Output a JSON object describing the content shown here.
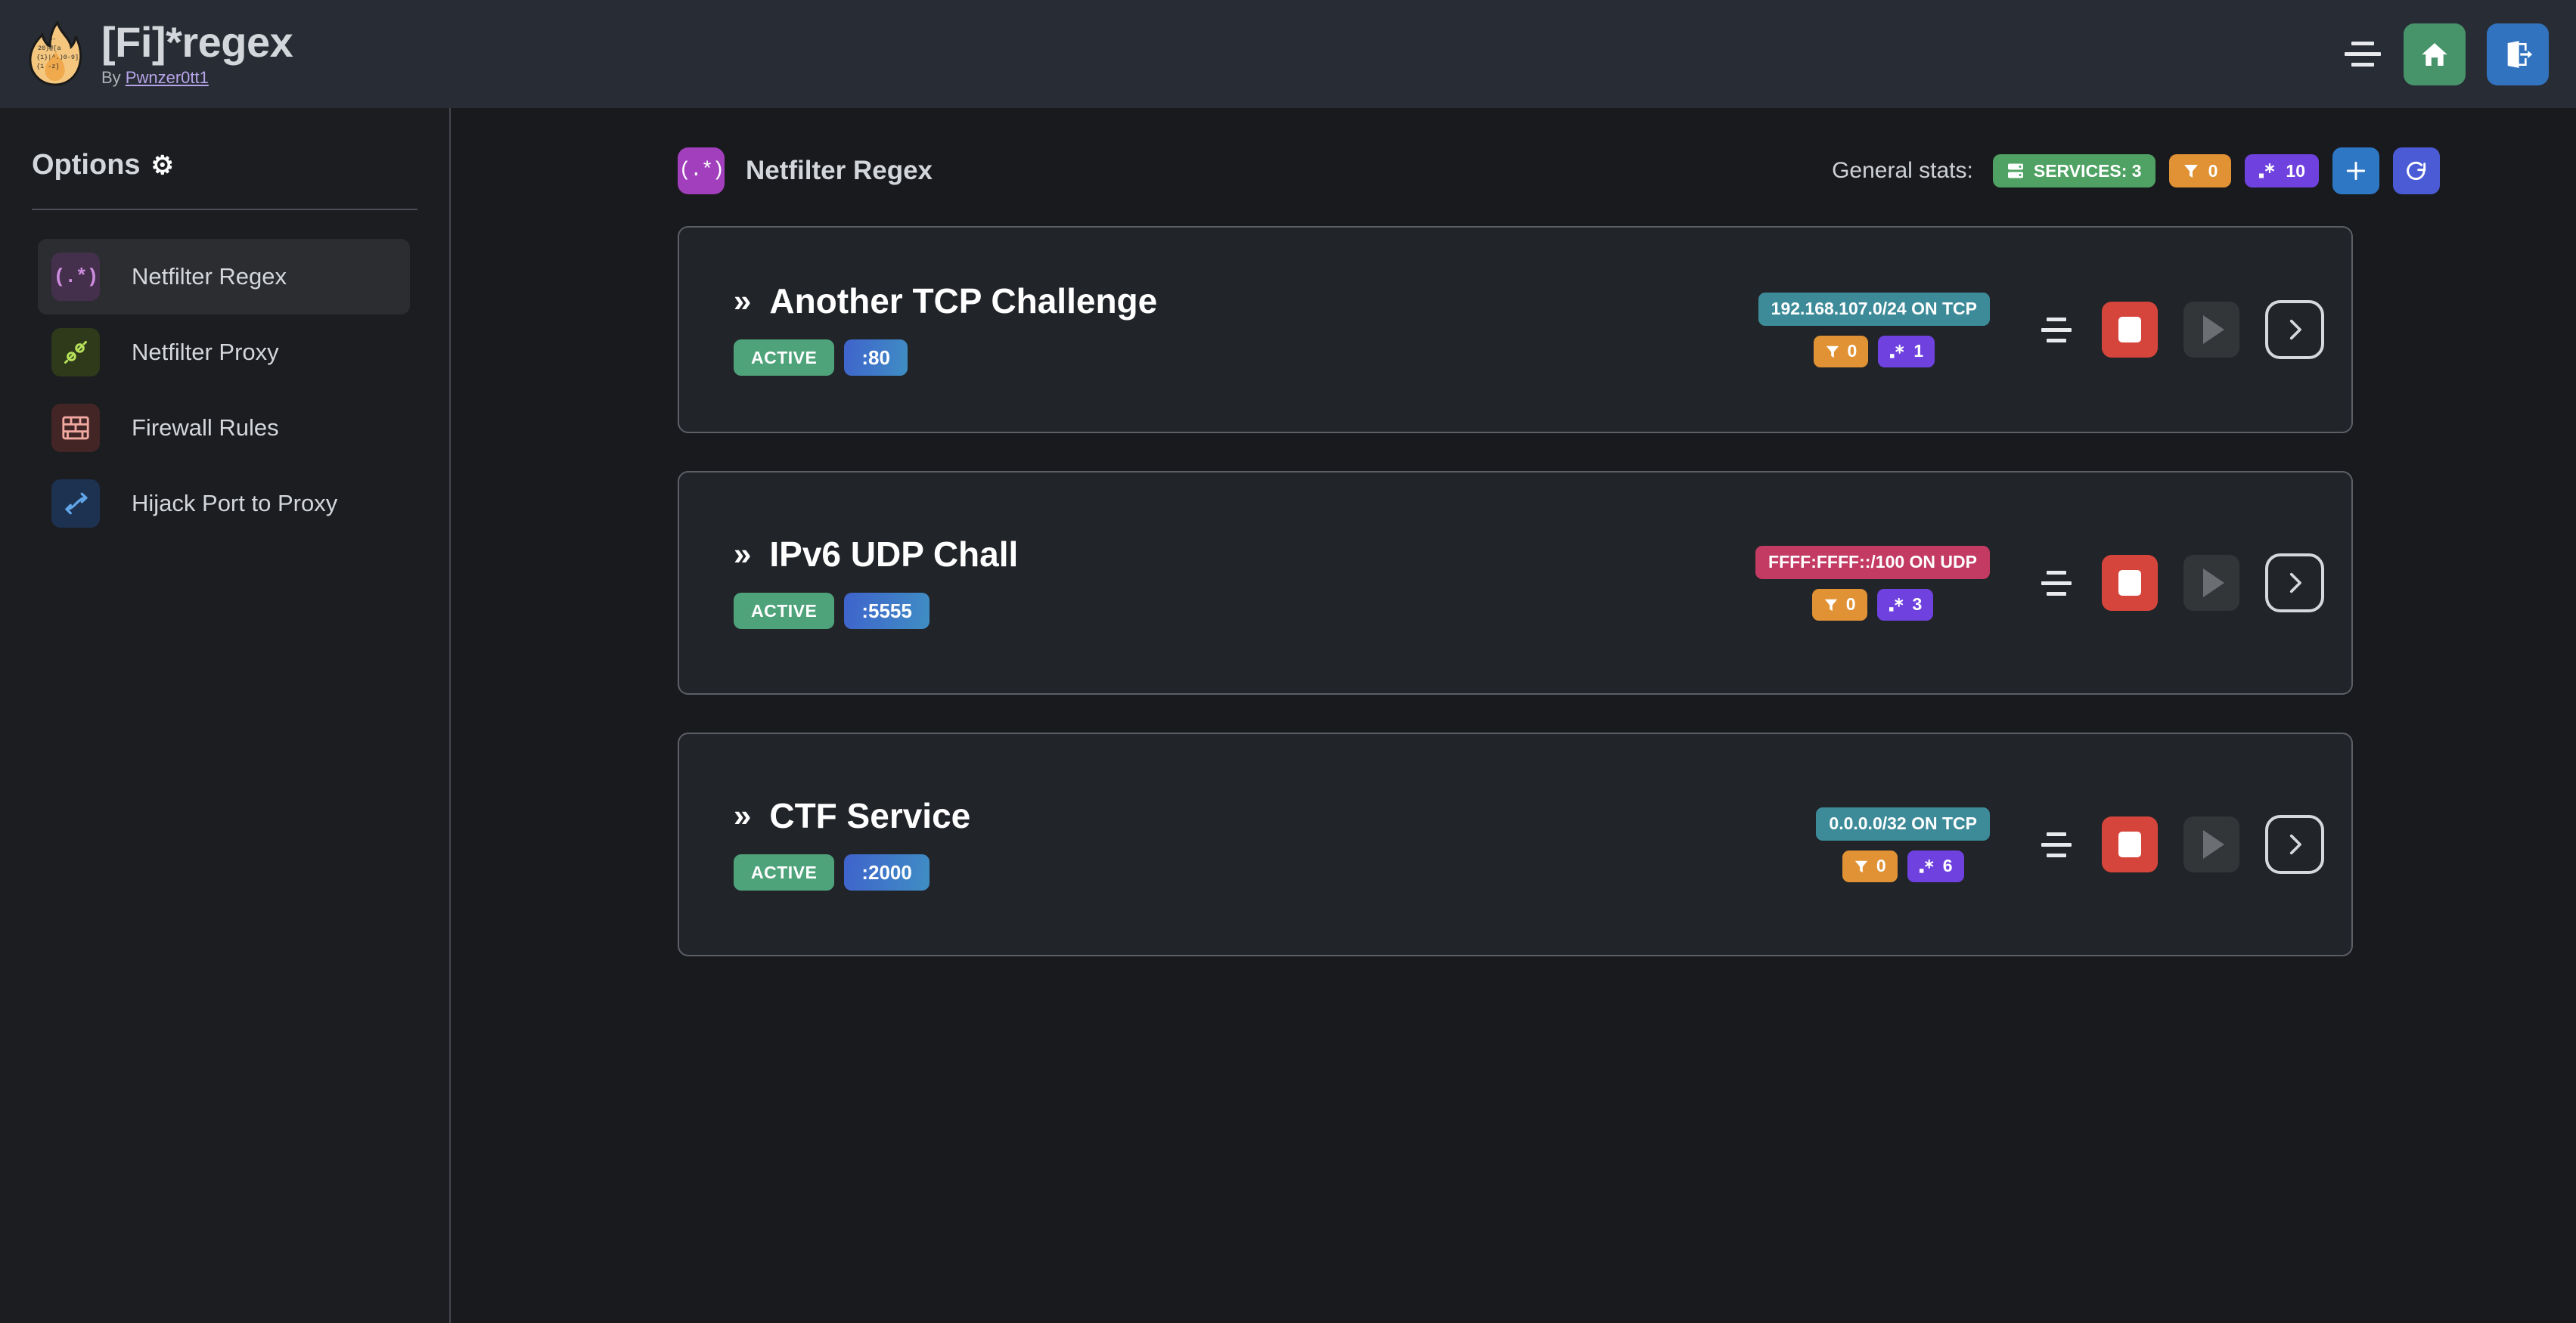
{
  "header": {
    "logo_icon": "flame-regex-logo",
    "title": "[Fi]*regex",
    "by_prefix": "By ",
    "author": "Pwnzer0tt1",
    "menu_icon": "hamburger-icon",
    "home_icon": "home-icon",
    "logout_icon": "logout-icon"
  },
  "sidebar": {
    "title": "Options",
    "gear_icon": "⚙",
    "items": [
      {
        "label": "Netfilter Regex",
        "icon": "regex-icon",
        "glyph": "(.*)",
        "active": true
      },
      {
        "label": "Netfilter Proxy",
        "icon": "plug-icon",
        "glyph": "",
        "active": false
      },
      {
        "label": "Firewall Rules",
        "icon": "brick-wall-icon",
        "glyph": "",
        "active": false
      },
      {
        "label": "Hijack Port to Proxy",
        "icon": "fork-arrows-icon",
        "glyph": "",
        "active": false
      }
    ]
  },
  "main": {
    "page_icon": "regex-icon",
    "page_icon_glyph": "(.*)",
    "page_title": "Netfilter Regex",
    "stats_label": "General stats:",
    "stats": [
      {
        "name": "services-stat",
        "icon": "server-icon",
        "label": "SERVICES: 3",
        "color": "#4fa263"
      },
      {
        "name": "filters-stat",
        "icon": "funnel-icon",
        "label": "0",
        "color": "#e09235"
      },
      {
        "name": "regex-stat",
        "icon": "regex-dot-star-icon",
        "label": "10",
        "color": "#6f42e0"
      }
    ],
    "add_icon": "plus-icon",
    "refresh_icon": "refresh-icon"
  },
  "services": [
    {
      "name": "Another TCP Challenge",
      "chevron": "»",
      "status": "ACTIVE",
      "port": ":80",
      "network": "192.168.107.0/24 ON TCP",
      "network_kind": "tcp",
      "filters": "0",
      "regexes": "1",
      "menu_icon": "card-menu-icon",
      "stop_icon": "stop-icon",
      "play_icon": "play-icon",
      "open_icon": "chevron-right-icon"
    },
    {
      "name": "IPv6 UDP Chall",
      "chevron": "»",
      "status": "ACTIVE",
      "port": ":5555",
      "network": "FFFF:FFFF::/100 ON UDP",
      "network_kind": "udp",
      "filters": "0",
      "regexes": "3",
      "menu_icon": "card-menu-icon",
      "stop_icon": "stop-icon",
      "play_icon": "play-icon",
      "open_icon": "chevron-right-icon"
    },
    {
      "name": "CTF Service",
      "chevron": "»",
      "status": "ACTIVE",
      "port": ":2000",
      "network": "0.0.0.0/32 ON TCP",
      "network_kind": "tcp",
      "filters": "0",
      "regexes": "6",
      "menu_icon": "card-menu-icon",
      "stop_icon": "stop-icon",
      "play_icon": "play-icon",
      "open_icon": "chevron-right-icon"
    }
  ],
  "colors": {
    "topbar": "#282c34",
    "sidebar": "#1b1d21",
    "page_bg": "#191a1d",
    "card_bg": "#212428",
    "card_border": "#5c5f66",
    "accent_green": "#47936a",
    "accent_blue": "#3173be",
    "stop_red": "#d6453c",
    "net_tcp": "#3d8b99",
    "net_udp": "#c33a63",
    "regex_purple": "#6f42e0",
    "filter_orange": "#e09235"
  }
}
